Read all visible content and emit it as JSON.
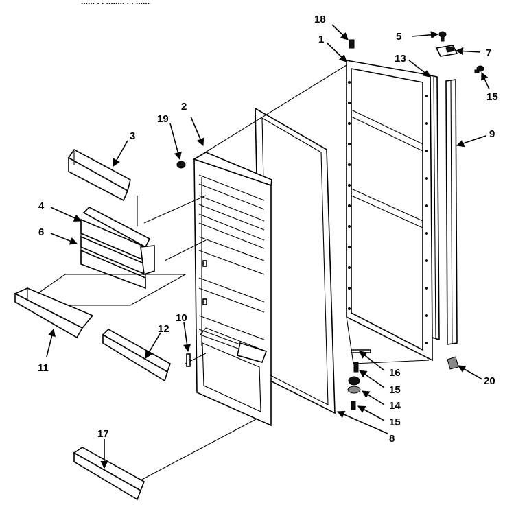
{
  "header_fragment": "......  .  .  ........  .  .  ......",
  "callouts": [
    "1",
    "2",
    "3",
    "4",
    "5",
    "6",
    "7",
    "8",
    "9",
    "10",
    "11",
    "12",
    "13",
    "14",
    "15",
    "16",
    "17",
    "18",
    "19",
    "20"
  ],
  "callout_15_repeats": [
    "15",
    "15",
    "15"
  ],
  "palette": {
    "ink": "#000000",
    "paper": "#ffffff",
    "shade": "#888888"
  }
}
